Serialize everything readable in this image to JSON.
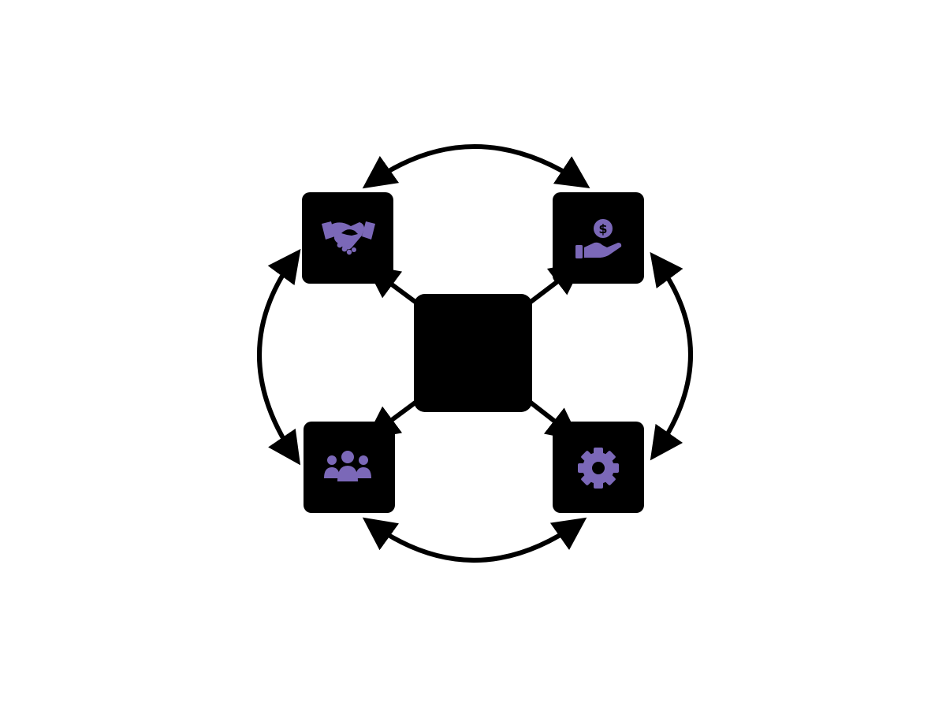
{
  "diagram": {
    "type": "hub-and-spoke cycle",
    "background_color": "#ffffff",
    "box_color": "#000000",
    "icon_color": "#7b68b8",
    "arrow_color": "#000000",
    "hub": {
      "icon": null
    },
    "nodes": [
      {
        "id": "top-left",
        "icon": "handshake-icon"
      },
      {
        "id": "top-right",
        "icon": "hand-dollar-icon"
      },
      {
        "id": "bottom-left",
        "icon": "team-icon"
      },
      {
        "id": "bottom-right",
        "icon": "gear-icon"
      }
    ],
    "connections": [
      {
        "from": "hub",
        "to": "top-left",
        "style": "one-way"
      },
      {
        "from": "hub",
        "to": "top-right",
        "style": "one-way"
      },
      {
        "from": "hub",
        "to": "bottom-left",
        "style": "one-way"
      },
      {
        "from": "hub",
        "to": "bottom-right",
        "style": "one-way"
      },
      {
        "from": "top-left",
        "to": "top-right",
        "style": "two-way curved"
      },
      {
        "from": "top-right",
        "to": "bottom-right",
        "style": "two-way curved"
      },
      {
        "from": "bottom-right",
        "to": "bottom-left",
        "style": "two-way curved"
      },
      {
        "from": "bottom-left",
        "to": "top-left",
        "style": "two-way curved"
      }
    ]
  }
}
